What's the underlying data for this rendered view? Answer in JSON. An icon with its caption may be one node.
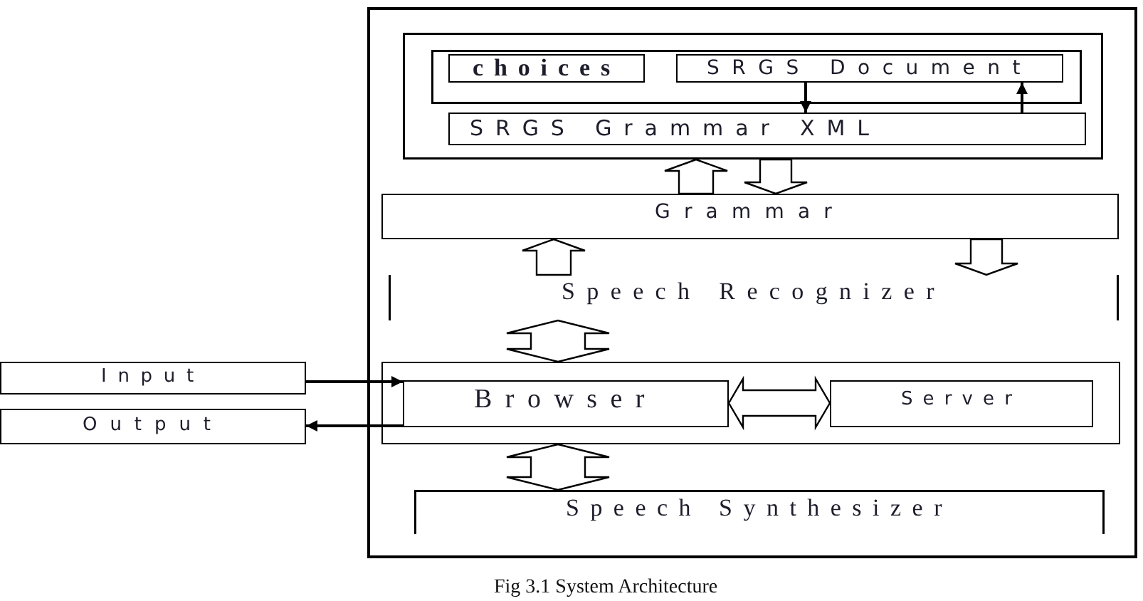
{
  "diagram": {
    "caption": "Fig 3.1 System Architecture",
    "nodes": [
      {
        "text": [],
        "shape": "box"
      },
      {
        "text": [],
        "shape": "box",
        "in": 0
      },
      {
        "text": [],
        "shape": "box",
        "in": 1
      },
      {
        "text": [
          "choices"
        ],
        "in": 2
      },
      {
        "text": [
          "SRGS Document"
        ],
        "in": 2
      },
      {
        "text": [
          "SRGS Grammar XML"
        ],
        "in": 1
      },
      {
        "text": [
          "Grammar"
        ],
        "in": 0
      },
      {
        "text": [
          "Speech Recognizer"
        ],
        "in": 0
      },
      {
        "text": [
          "Input"
        ]
      },
      {
        "text": [
          "Output"
        ]
      },
      {
        "text": [],
        "shape": "box",
        "in": 0
      },
      {
        "text": [
          "Browser"
        ],
        "in": 10
      },
      {
        "text": [
          "Server"
        ],
        "in": 10
      },
      {
        "text": [
          "Speech Synthesizer"
        ],
        "in": 0
      }
    ],
    "edges": [
      {
        "from": 4,
        "to": 5,
        "arrow": "to"
      },
      {
        "from": 5,
        "to": 4,
        "arrow": "to"
      },
      {
        "from": 6,
        "to": 1,
        "arrow": "to",
        "style": "thick"
      },
      {
        "from": 1,
        "to": 6,
        "arrow": "to",
        "style": "thick"
      },
      {
        "from": 7,
        "to": 6,
        "arrow": "to",
        "style": "thick"
      },
      {
        "from": 6,
        "to": 7,
        "arrow": "to",
        "style": "thick"
      },
      {
        "from": 7,
        "to": 10,
        "arrow": "both",
        "style": "thick"
      },
      {
        "from": 8,
        "to": 11,
        "arrow": "to"
      },
      {
        "from": 11,
        "to": 9,
        "arrow": "to"
      },
      {
        "from": 11,
        "to": 12,
        "arrow": "both",
        "style": "thick"
      },
      {
        "from": 10,
        "to": 13,
        "arrow": "both",
        "style": "thick"
      }
    ]
  }
}
